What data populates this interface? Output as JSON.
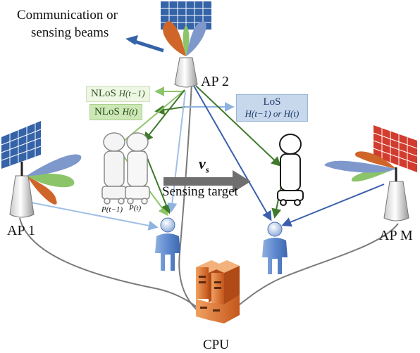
{
  "legend_text": "Communication or sensing beams",
  "legend_line1": "Communication or",
  "legend_line2": "sensing beams",
  "aps": {
    "ap1": "AP 1",
    "ap2": "AP 2",
    "apm": "AP M"
  },
  "cpu": "CPU",
  "target": {
    "label": "Sensing target",
    "velocity_symbol": "v",
    "velocity_sub": "s",
    "pos_prev": "P(t−1)",
    "pos_now": "P(t)"
  },
  "tags": {
    "nlos_prev": "NLoS",
    "nlos_prev_h": "H(t−1)",
    "nlos_now": "NLoS",
    "nlos_now_h": "H(t)",
    "los_title": "LoS",
    "los_body": "H(t−1) or H(t)"
  },
  "colors": {
    "blue_dark": "#3a5fae",
    "blue_light": "#9fc0e6",
    "green_dark": "#3e7a2a",
    "green_light": "#8cc46a",
    "orange": "#d0652a",
    "panel_blue": "#3563a8",
    "panel_red": "#d23c2e",
    "cable": "#7a7a7a",
    "arrow_gray": "#6f6f6f"
  }
}
